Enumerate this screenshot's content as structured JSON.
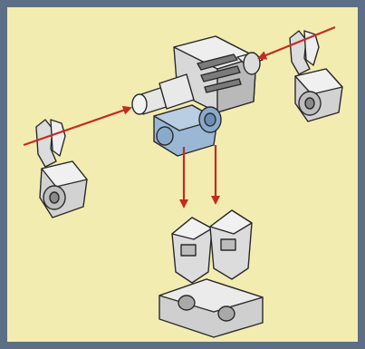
{
  "diagram": {
    "background_color": "#f3ecb0",
    "frame_color": "#5d6e87",
    "arrow_color": "#c62a22",
    "part_gray": "#c9c9c9",
    "part_light": "#ececec",
    "part_blue": "#9ab7d6",
    "steps": [
      "attach-left-arm",
      "attach-right-arm",
      "attach-legs"
    ]
  }
}
